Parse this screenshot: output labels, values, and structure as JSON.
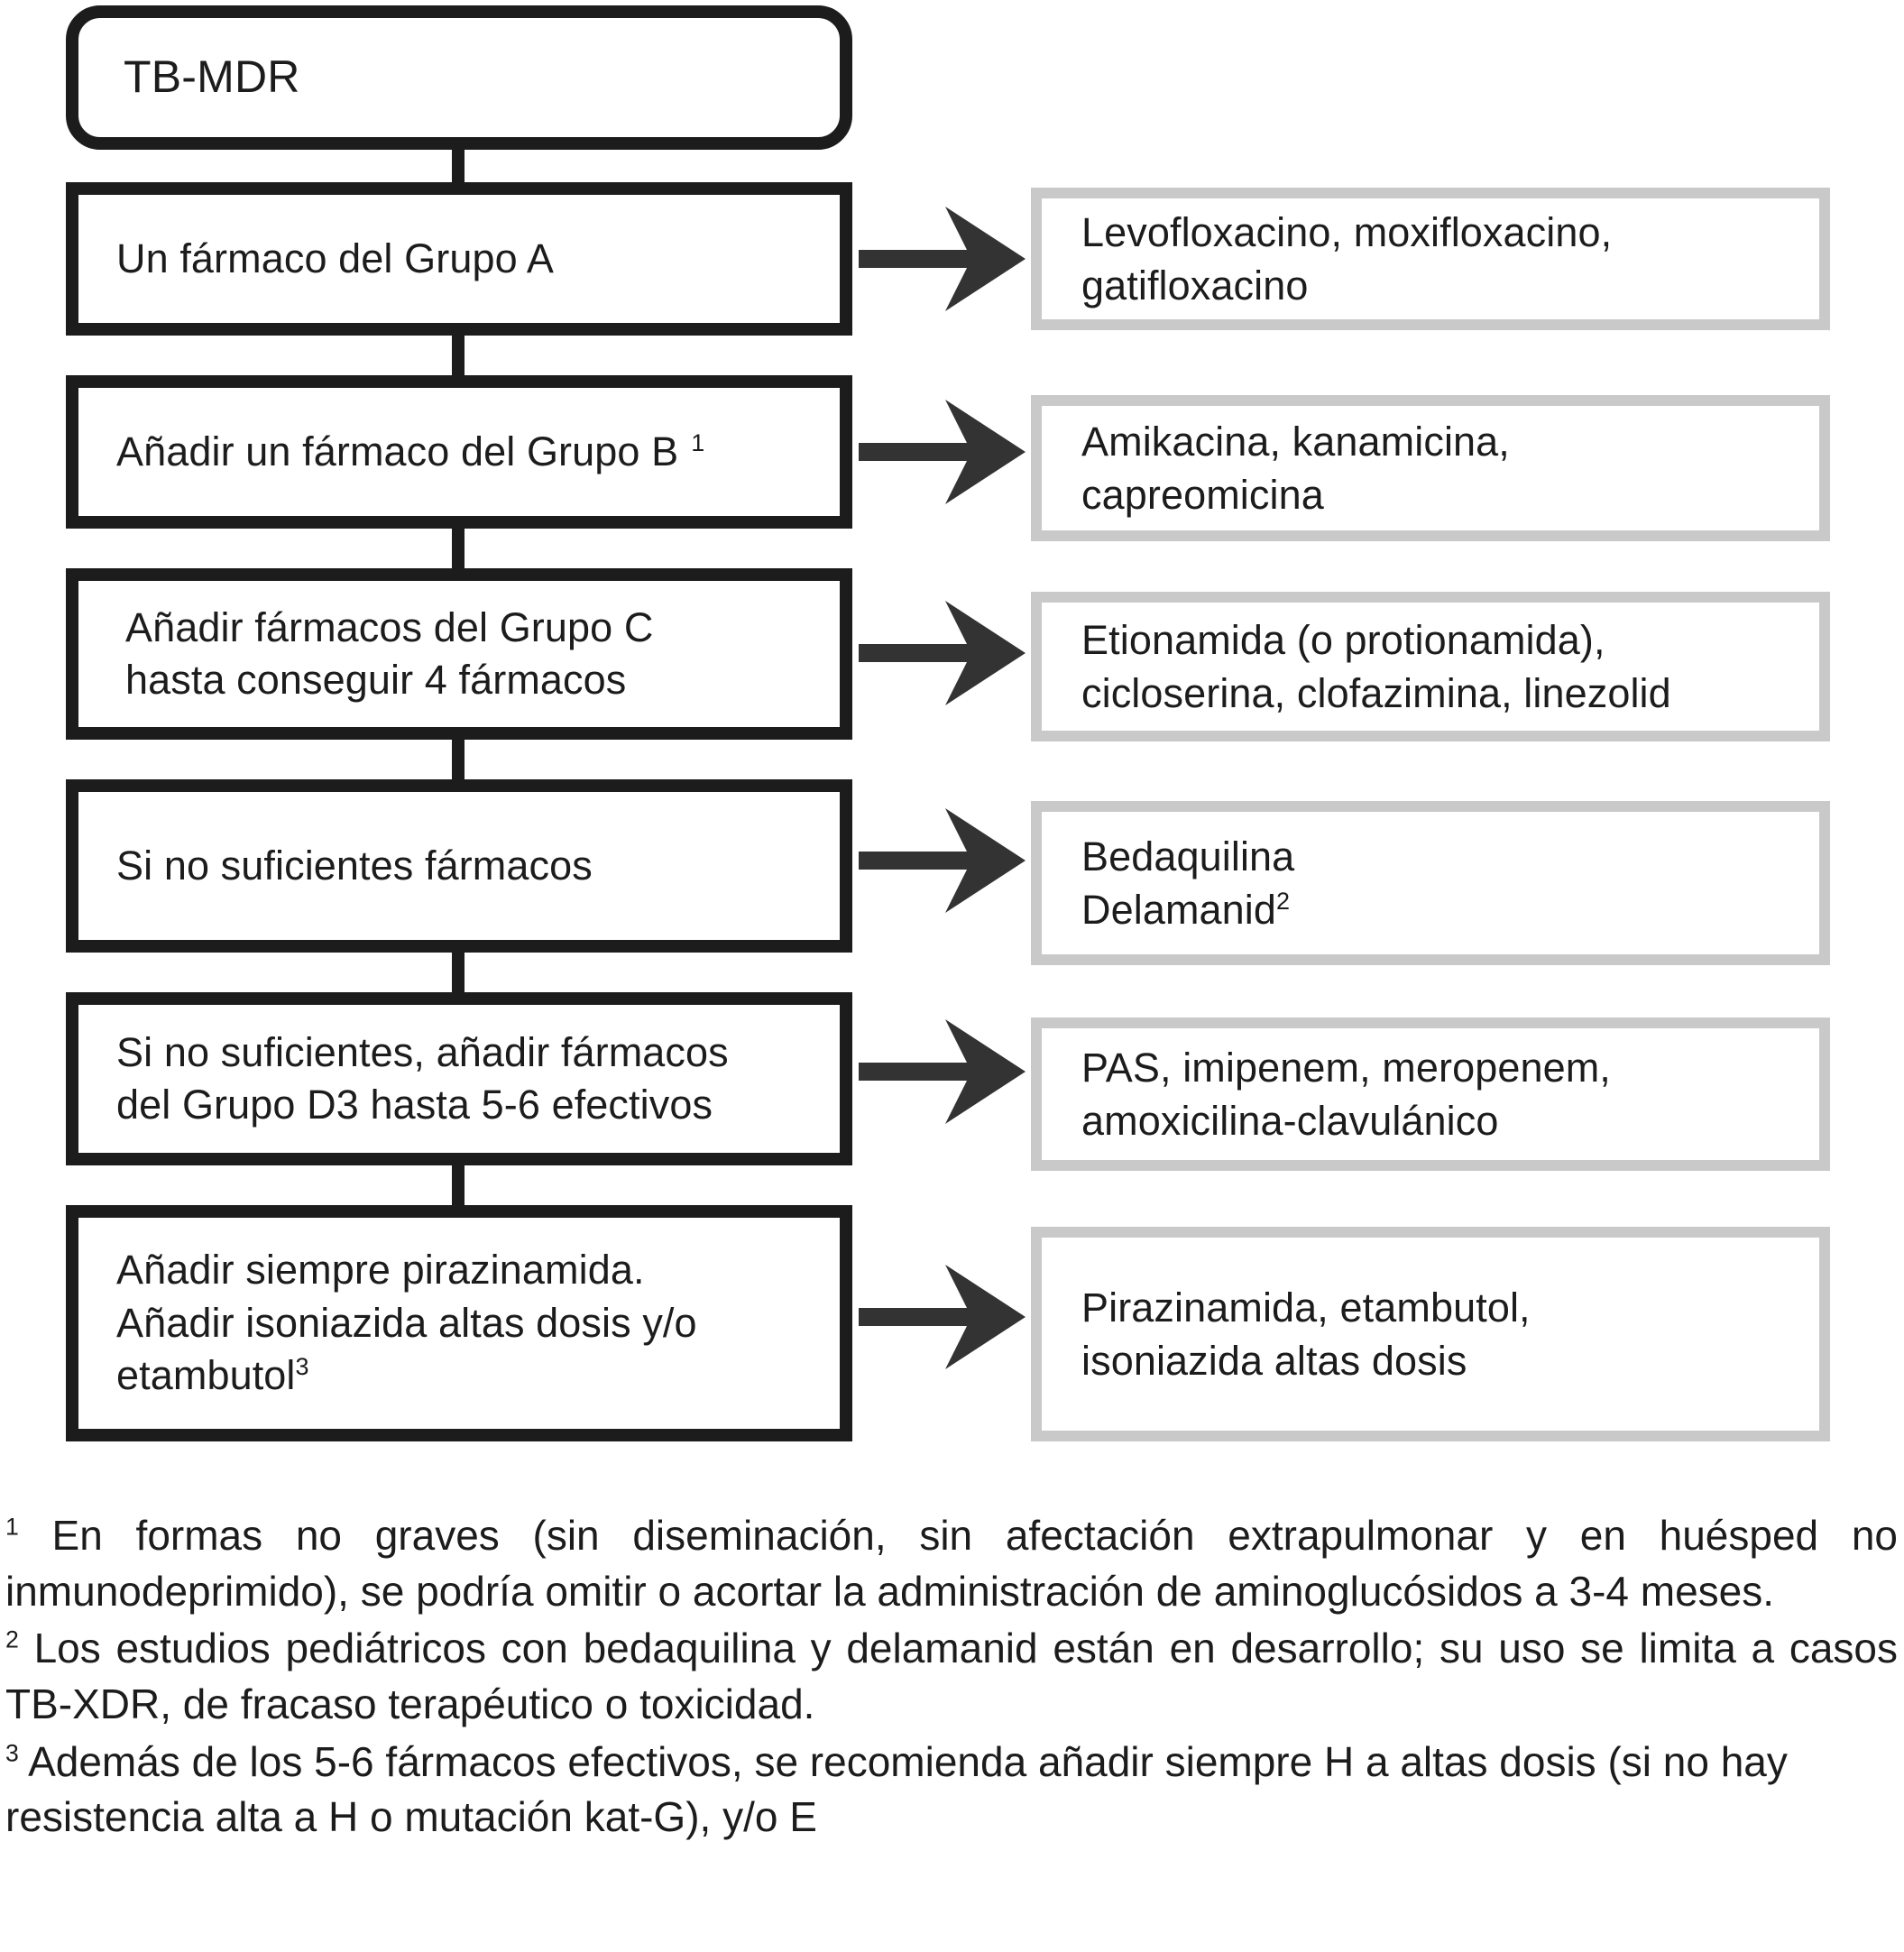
{
  "diagram": {
    "title": "TB-MDR",
    "steps": [
      {
        "id": "step-group-a",
        "text": "Un fármaco del Grupo A",
        "superscript": "",
        "drugs": "Levofloxacino, moxifloxacino,\ngatifloxacino",
        "drug_superscript": ""
      },
      {
        "id": "step-group-b",
        "text": "Añadir un fármaco del Grupo B",
        "superscript": "1",
        "drugs": "Amikacina, kanamicina,\ncapreomicina",
        "drug_superscript": ""
      },
      {
        "id": "step-group-c",
        "text": "Añadir fármacos del Grupo C\nhasta conseguir 4 fármacos",
        "superscript": "",
        "drugs": "Etionamida (o protionamida),\ncicloserina, clofazimina, linezolid",
        "drug_superscript": ""
      },
      {
        "id": "step-insufficient",
        "text": "Si no suficientes fármacos",
        "superscript": "",
        "drugs": "Bedaquilina\nDelamanid",
        "drug_superscript": "2"
      },
      {
        "id": "step-group-d3",
        "text": "Si no suficientes, añadir fármacos\ndel Grupo D3 hasta 5-6 efectivos",
        "superscript": "",
        "drugs": "PAS, imipenem, meropenem,\namoxicilina-clavulánico",
        "drug_superscript": ""
      },
      {
        "id": "step-pirazinamida",
        "text": "Añadir siempre pirazinamida.\nAñadir isoniazida  altas  dosis y/o\netambutol",
        "superscript": "3",
        "drugs": "Pirazinamida, etambutol,\nisoniazida altas dosis",
        "drug_superscript": ""
      }
    ]
  },
  "footnotes": [
    {
      "marker": "1",
      "text": "En formas no graves (sin diseminación, sin afectación extrapulmonar y en huésped no inmunodeprimido), se podría omitir o acortar la administración de aminoglucósidos a 3-4 meses."
    },
    {
      "marker": "2",
      "text": "Los estudios pediátricos con bedaquilina y delamanid están en desarrollo; su uso se limita a casos TB-XDR, de fracaso terapéutico o toxicidad."
    },
    {
      "marker": "3",
      "text": "Además de los 5-6 fármacos efectivos, se recomienda añadir siempre H a altas dosis (si no hay resistencia alta a H o mutación kat-G), y/o E"
    }
  ],
  "colors": {
    "box_border_dark": "#1c1c1c",
    "box_border_gray": "#c9c9c9",
    "arrow": "#333333",
    "background": "#ffffff",
    "text": "#1c1c1c"
  }
}
